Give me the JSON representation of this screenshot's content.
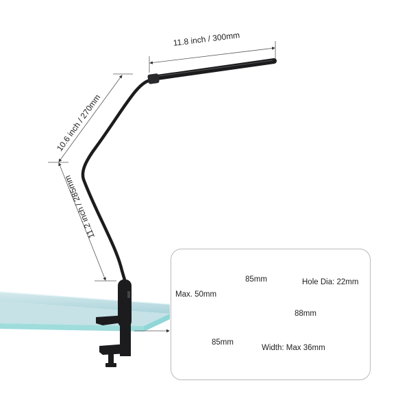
{
  "dimensions": {
    "lamp_head": "11.8 inch / 300mm",
    "upper_arm": "10.6 inch / 270mm",
    "lower_arm": "11.2 inch / 285mm"
  },
  "clamp_detail": {
    "top_width": "85mm",
    "hole": "Hole Dia: 22mm",
    "max_thickness": "Max. 50mm",
    "height": "88mm",
    "screw_length": "85mm",
    "width": "Width: Max 36mm"
  },
  "colors": {
    "lamp": "#1c1c1e",
    "glass_top": "#cfe6ea",
    "glass_edge": "#8fd6d8",
    "dim_line": "#555555",
    "inset_border": "#b9b9b9"
  }
}
